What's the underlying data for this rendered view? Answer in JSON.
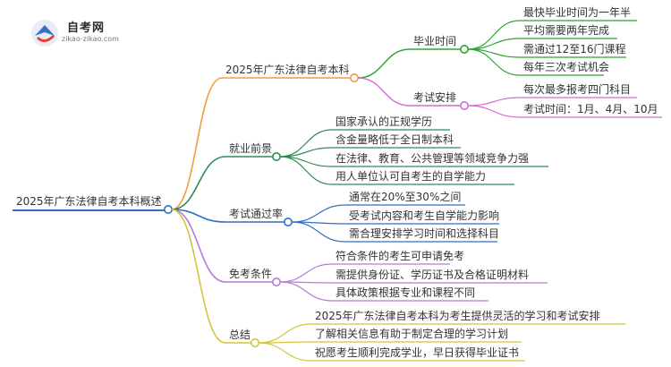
{
  "logo": {
    "title": "自考网",
    "url": "zikao-zikao.com"
  },
  "root": "2025年广东法律自考本科概述",
  "branches": [
    {
      "label": "2025年广东法律自考本科",
      "color": "#f39c40",
      "subs": [
        {
          "label": "毕业时间",
          "color": "#2ea52e",
          "leaves": [
            "最快毕业时间为一年半",
            "平均需要两年完成",
            "需通过12至16门课程",
            "每年三次考试机会"
          ]
        },
        {
          "label": "考试安排",
          "color": "#d46ad6",
          "leaves": [
            "每次最多报考四门科目",
            "考试时间：1月、4月、10月"
          ]
        }
      ]
    },
    {
      "label": "就业前景",
      "color": "#2e8b57",
      "leaves": [
        "国家承认的正规学历",
        "含金量略低于全日制本科",
        "在法律、教育、公共管理等领域竞争力强",
        "用人单位认可自考生的自学能力"
      ]
    },
    {
      "label": "考试通过率",
      "color": "#2f6fc4",
      "leaves": [
        "通常在20%至30%之间",
        "受考试内容和考生自学能力影响",
        "需合理安排学习时间和选择科目"
      ]
    },
    {
      "label": "免考条件",
      "color": "#b57ad6",
      "leaves": [
        "符合条件的考生可申请免考",
        "需提供身份证、学历证书及合格证明材料",
        "具体政策根据专业和课程不同"
      ]
    },
    {
      "label": "总结",
      "color": "#d4c43a",
      "leaves": [
        "2025年广东法律自考本科为考生提供灵活的学习和考试安排",
        "了解相关信息有助于制定合理的学习计划",
        "祝愿考生顺利完成学业，早日获得毕业证书"
      ]
    }
  ]
}
